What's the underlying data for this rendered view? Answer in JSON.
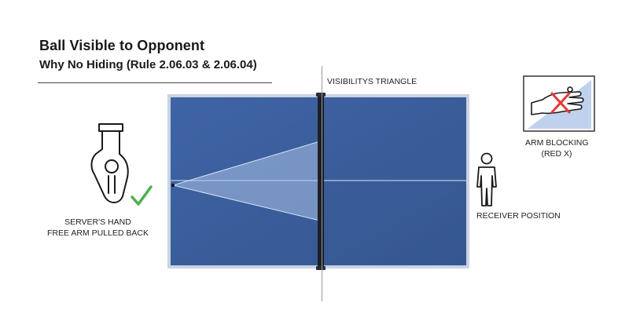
{
  "header": {
    "title": "Ball Visible to Opponent",
    "subtitle": "Why No Hiding (Rule 2.06.03 & 2.06.04)"
  },
  "labels": {
    "visibility_triangle": "VISIBILITYS TRIANGLE",
    "server_hand_line1": "SERVER'S HAND",
    "server_hand_line2": "FREE ARM PULLED BACK",
    "receiver_position": "RECEIVER POSITION",
    "arm_blocking_line1": "ARM BLOCKING",
    "arm_blocking_line2": "(RED X)"
  },
  "colors": {
    "table_blue": "#3b5f9f",
    "table_border": "#c9d3e3",
    "net": "#1c1f26",
    "check_green": "#4caf50",
    "cross_red": "#e53935",
    "triangle_fill": "#a9c1e6"
  },
  "icons": {
    "server_hand": "hand-with-ball-icon",
    "check": "check-icon",
    "receiver": "person-icon",
    "blocking_hand": "blocking-hand-icon",
    "red_x": "red-x-icon"
  }
}
